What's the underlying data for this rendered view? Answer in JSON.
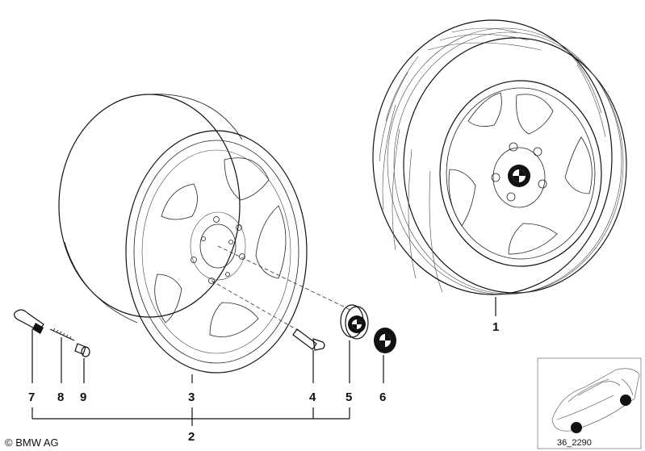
{
  "callouts": {
    "c1": "1",
    "c2": "2",
    "c3": "3",
    "c4": "4",
    "c5": "5",
    "c6": "6",
    "c7": "7",
    "c8": "8",
    "c9": "9"
  },
  "copyright": "© BMW AG",
  "diagram_ref": "36_2290"
}
